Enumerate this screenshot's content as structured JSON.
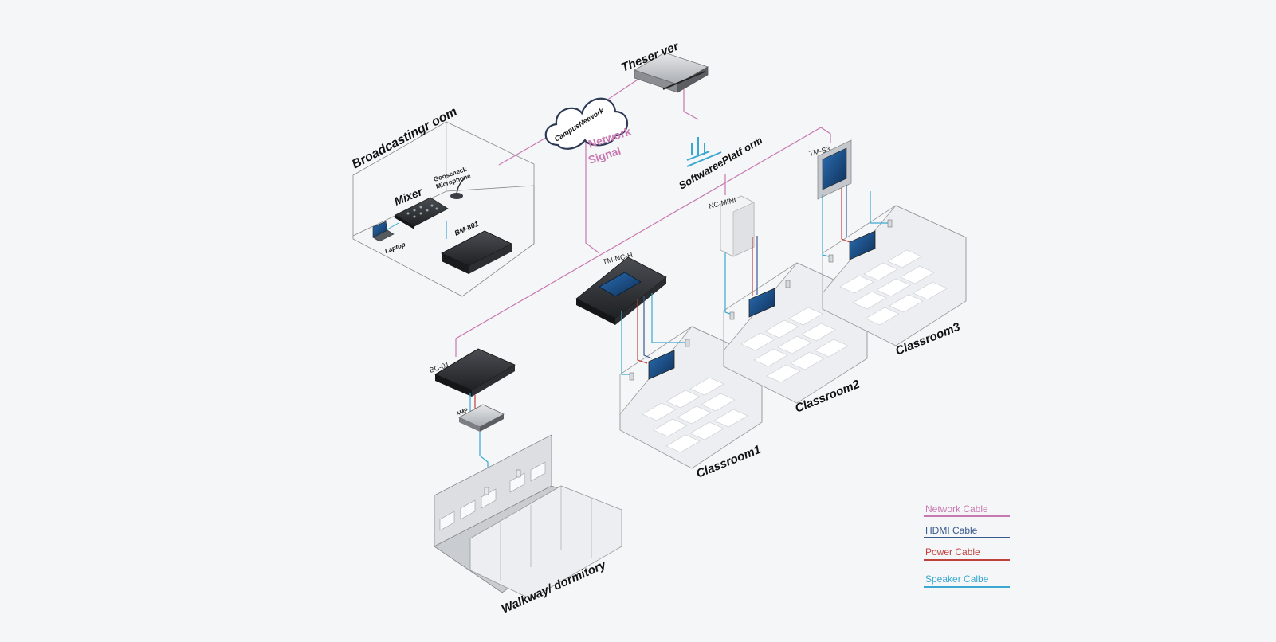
{
  "colors": {
    "network": "#c878b0",
    "hdmi": "#3a5a8c",
    "power": "#c0403c",
    "speaker": "#3aa8d0",
    "background": "#f5f6f8"
  },
  "labels": {
    "server": "Theser ver",
    "cloud": "CampusNetwork",
    "network_signal_line1": "Network",
    "network_signal_line2": "Signal",
    "software_platform": "SoftwareePlatf orm",
    "broadcasting_room": "Broadcastingr oom",
    "mixer": "Mixer",
    "gooseneck_line1": "Gooseneck",
    "gooseneck_line2": "Microphone",
    "laptop": "Laptop",
    "bm801": "BM-801",
    "tmnc": "TM-NC-H",
    "bc01": "BC-01",
    "amp": "AMP",
    "nc_mini": "NC-MINI",
    "tm_s3": "TM-S3",
    "classroom1": "Classroom1",
    "classroom2": "Classroom2",
    "classroom3": "Classroom3",
    "walkway": "Walkway/  dormitory"
  },
  "legend": [
    {
      "label": "Network Cable",
      "color": "#c878b0",
      "icon": "network-cable"
    },
    {
      "label": "HDMI Cable",
      "color": "#3a5a8c",
      "icon": "hdmi-cable"
    },
    {
      "label": "Power Cable",
      "color": "#c0403c",
      "icon": "power-cable"
    },
    {
      "label": "Speaker Calbe",
      "color": "#3aa8d0",
      "icon": "speaker-cable"
    }
  ]
}
